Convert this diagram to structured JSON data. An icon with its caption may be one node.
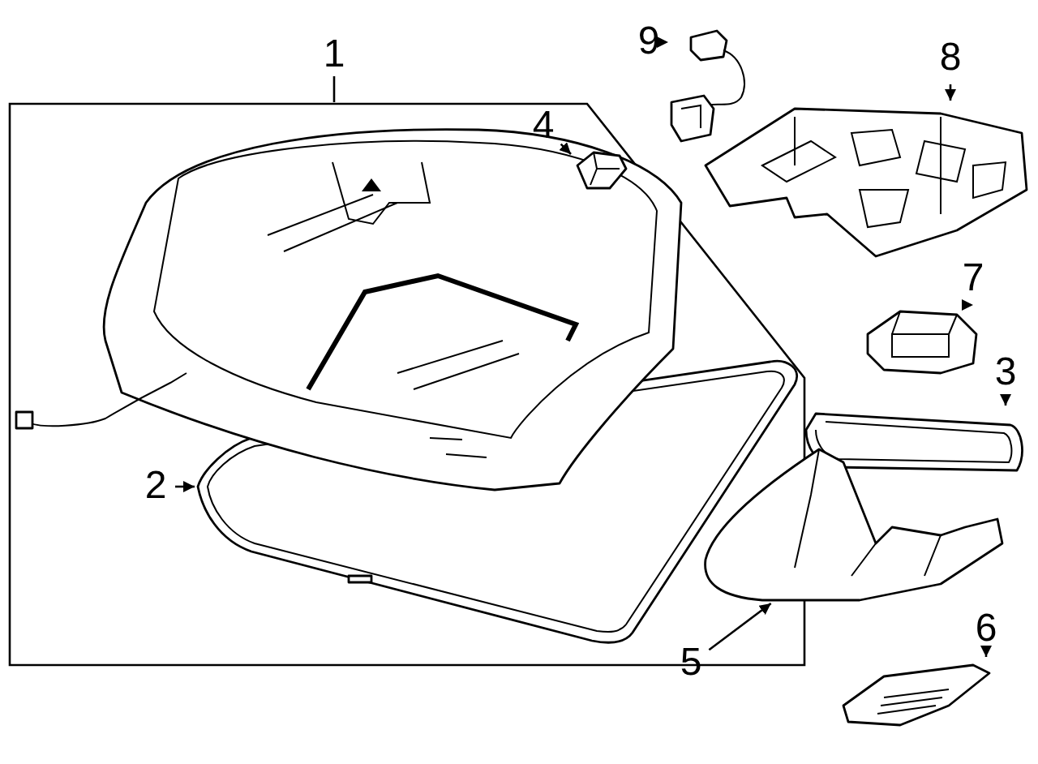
{
  "diagram": {
    "nodes": [
      {
        "text": [
          "1"
        ]
      },
      {
        "text": [],
        "shape": "box"
      },
      {
        "text": [],
        "shape": "picture",
        "in": 1
      },
      {
        "text": [
          "2"
        ],
        "in": 1
      },
      {
        "text": [],
        "shape": "picture",
        "in": 1
      },
      {
        "text": [
          "4"
        ],
        "in": 1
      },
      {
        "text": [],
        "shape": "picture",
        "in": 2
      },
      {
        "text": [
          "9"
        ]
      },
      {
        "text": [],
        "shape": "picture"
      },
      {
        "text": [
          "8"
        ]
      },
      {
        "text": [],
        "shape": "picture"
      },
      {
        "text": [
          "7"
        ]
      },
      {
        "text": [],
        "shape": "picture"
      },
      {
        "text": [
          "3"
        ]
      },
      {
        "text": [],
        "shape": "picture"
      },
      {
        "text": [
          "5"
        ]
      },
      {
        "text": [],
        "shape": "picture"
      },
      {
        "text": [
          "6"
        ]
      },
      {
        "text": [],
        "shape": "picture"
      }
    ],
    "edges": [
      {
        "from": 0,
        "to": 1,
        "arrow": "none"
      },
      {
        "from": 3,
        "to": 4,
        "arrow": "to"
      },
      {
        "from": 5,
        "to": 6,
        "arrow": "to"
      },
      {
        "from": 7,
        "to": 8,
        "arrow": "to"
      },
      {
        "from": 9,
        "to": 10,
        "arrow": "to"
      },
      {
        "from": 11,
        "to": 12,
        "arrow": "to"
      },
      {
        "from": 13,
        "to": 14,
        "arrow": "to"
      },
      {
        "from": 15,
        "to": 16,
        "arrow": "to"
      },
      {
        "from": 17,
        "to": 18,
        "arrow": "to"
      }
    ]
  }
}
